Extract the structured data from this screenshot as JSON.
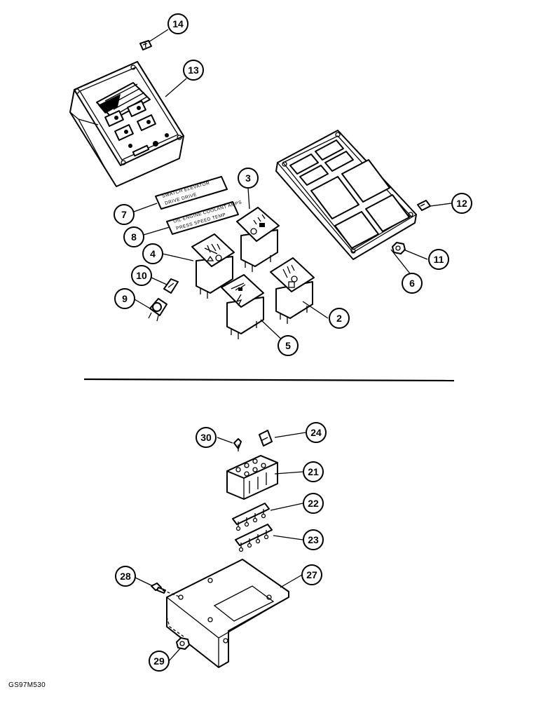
{
  "callouts": [
    {
      "id": "14",
      "label": "14"
    },
    {
      "id": "13",
      "label": "13"
    },
    {
      "id": "3",
      "label": "3"
    },
    {
      "id": "12",
      "label": "12"
    },
    {
      "id": "7",
      "label": "7"
    },
    {
      "id": "8",
      "label": "8"
    },
    {
      "id": "4",
      "label": "4"
    },
    {
      "id": "11",
      "label": "11"
    },
    {
      "id": "10",
      "label": "10"
    },
    {
      "id": "6",
      "label": "6"
    },
    {
      "id": "9",
      "label": "9"
    },
    {
      "id": "2",
      "label": "2"
    },
    {
      "id": "5",
      "label": "5"
    },
    {
      "id": "30",
      "label": "30"
    },
    {
      "id": "24",
      "label": "24"
    },
    {
      "id": "21",
      "label": "21"
    },
    {
      "id": "22",
      "label": "22"
    },
    {
      "id": "23",
      "label": "23"
    },
    {
      "id": "28",
      "label": "28"
    },
    {
      "id": "27",
      "label": "27"
    },
    {
      "id": "29",
      "label": "29"
    }
  ],
  "decal_7": {
    "line1": "SWATCH    ELEVATOR",
    "line2": "DRIVE       DRIVE"
  },
  "decal_8": {
    "line1": "OIL   ENGINE  COOLANT  AMPS",
    "line2": "PRESS   SPEED   TEMP"
  },
  "figure_code": "GS97M530"
}
